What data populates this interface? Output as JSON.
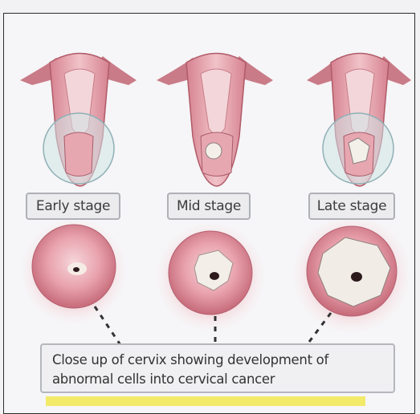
{
  "stages": [
    {
      "label": "Early stage"
    },
    {
      "label": "Mid stage"
    },
    {
      "label": "Late stage"
    }
  ],
  "caption": {
    "line1": "Close up of cervix showing development of",
    "line2": "abnormal cells into cervical cancer"
  },
  "colors": {
    "tissue": "#e8a9b3",
    "tissue_dark": "#c9707f",
    "lesion": "#f3f0ea",
    "highlight": "#f3ea69",
    "label_border": "#aeb1b6"
  }
}
